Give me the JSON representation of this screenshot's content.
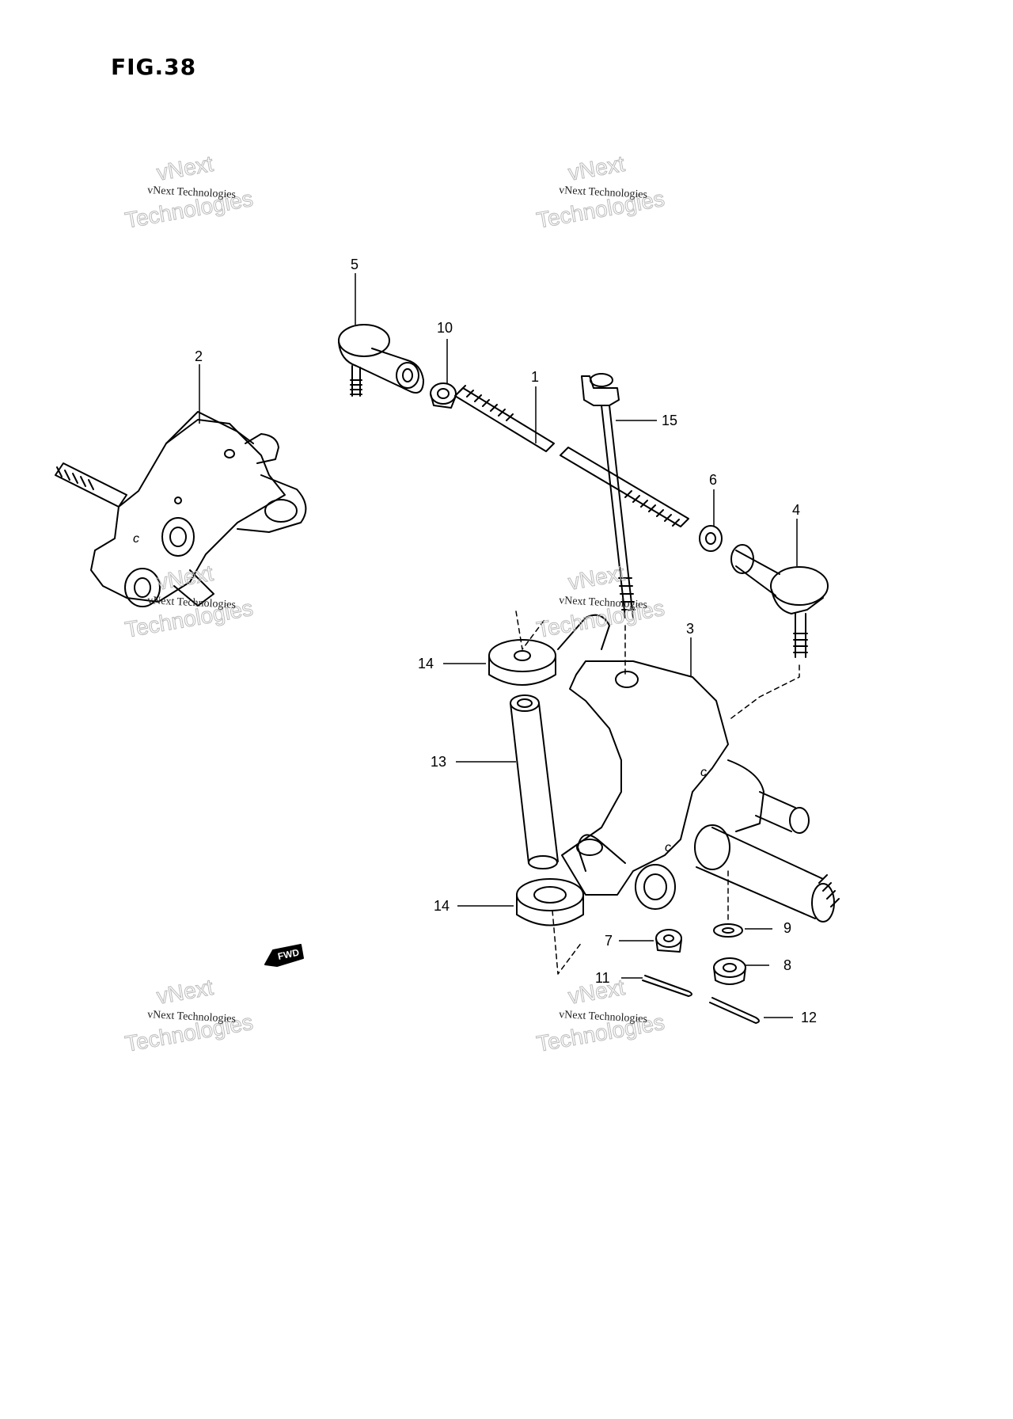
{
  "figure": {
    "title": "FIG.38",
    "fwd_label": "FWD"
  },
  "watermark": {
    "line_small": "vNext Technologies",
    "line_big_1": "vNext",
    "line_big_2": "Technologies"
  },
  "callouts": [
    {
      "id": "1",
      "label": "1"
    },
    {
      "id": "2",
      "label": "2"
    },
    {
      "id": "3",
      "label": "3"
    },
    {
      "id": "4",
      "label": "4"
    },
    {
      "id": "5",
      "label": "5"
    },
    {
      "id": "6",
      "label": "6"
    },
    {
      "id": "7",
      "label": "7"
    },
    {
      "id": "8",
      "label": "8"
    },
    {
      "id": "9",
      "label": "9"
    },
    {
      "id": "10",
      "label": "10"
    },
    {
      "id": "11",
      "label": "11"
    },
    {
      "id": "12",
      "label": "12"
    },
    {
      "id": "13",
      "label": "13"
    },
    {
      "id": "14a",
      "label": "14"
    },
    {
      "id": "14b",
      "label": "14"
    },
    {
      "id": "15",
      "label": "15"
    }
  ],
  "part_marks": {
    "c_mark": "c"
  }
}
